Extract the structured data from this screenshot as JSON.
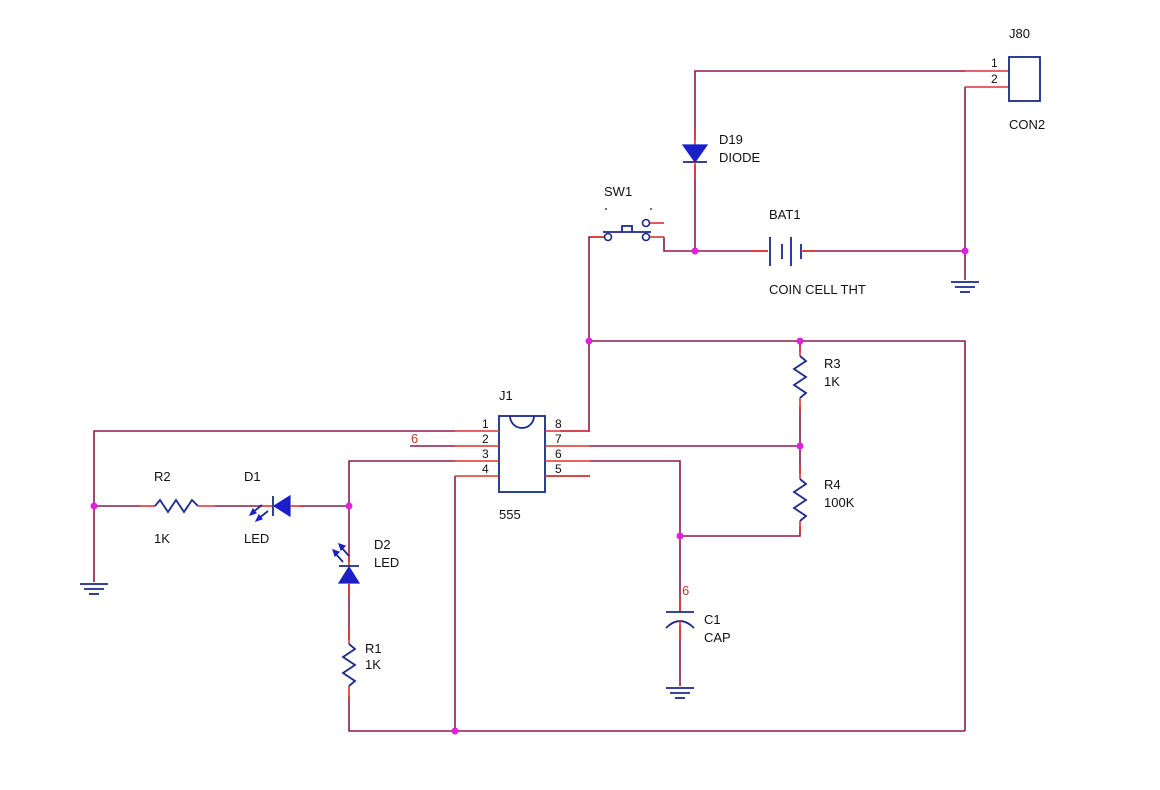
{
  "colors": {
    "wire": "#8b1a4a",
    "pin": "#e0302a",
    "component": "#1a2a8a",
    "component_fill": "#1a1fc9",
    "junction": "#e020e0",
    "net_label": "#c0392b"
  },
  "components": {
    "j80": {
      "ref": "J80",
      "value": "CON2",
      "pin1": "1",
      "pin2": "2"
    },
    "d19": {
      "ref": "D19",
      "value": "DIODE"
    },
    "sw1": {
      "ref": "SW1"
    },
    "bat1": {
      "ref": "BAT1",
      "value": "COIN CELL THT"
    },
    "r3": {
      "ref": "R3",
      "value": "1K"
    },
    "r4": {
      "ref": "R4",
      "value": "100K"
    },
    "j1": {
      "ref": "J1",
      "value": "555",
      "pins": [
        "1",
        "2",
        "3",
        "4",
        "5",
        "6",
        "7",
        "8"
      ]
    },
    "r2": {
      "ref": "R2",
      "value": "1K"
    },
    "d1": {
      "ref": "D1",
      "value": "LED"
    },
    "d2": {
      "ref": "D2",
      "value": "LED"
    },
    "r1": {
      "ref": "R1",
      "value": "1K"
    },
    "c1": {
      "ref": "C1",
      "value": "CAP"
    }
  },
  "net_labels": {
    "trigger": "6",
    "cap_node": "6"
  }
}
